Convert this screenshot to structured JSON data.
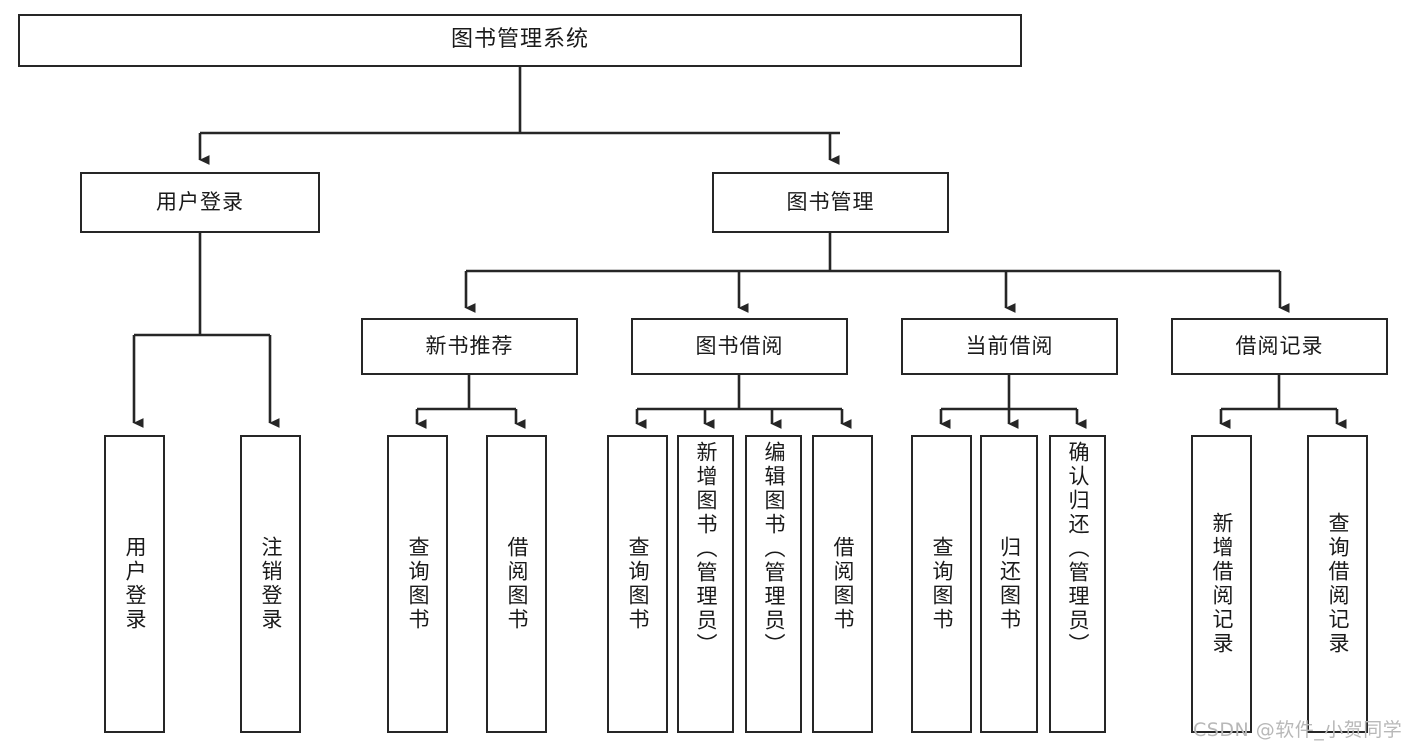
{
  "diagram": {
    "title": "图书管理系统",
    "type": "tree-structure-chart",
    "watermark": "CSDN @软件_小贺同学",
    "colors": {
      "stroke": "#262626",
      "fill": "#ffffff",
      "text": "#1a1a1a",
      "watermark": "#b8b8b8"
    },
    "nodes": {
      "root": {
        "label": "图书管理系统"
      },
      "level2": [
        {
          "id": "user-login",
          "label": "用户登录"
        },
        {
          "id": "book-manage",
          "label": "图书管理"
        }
      ],
      "level3": [
        {
          "id": "new-book-recommend",
          "label": "新书推荐"
        },
        {
          "id": "book-borrow",
          "label": "图书借阅"
        },
        {
          "id": "current-borrow",
          "label": "当前借阅"
        },
        {
          "id": "borrow-record",
          "label": "借阅记录"
        }
      ],
      "leaves": {
        "user-login": [
          {
            "id": "leaf-user-login",
            "label": "用户登录"
          },
          {
            "id": "leaf-logout",
            "label": "注销登录"
          }
        ],
        "new-book-recommend": [
          {
            "id": "leaf-query-book-1",
            "label": "查询图书"
          },
          {
            "id": "leaf-borrow-book-1",
            "label": "借阅图书"
          }
        ],
        "book-borrow": [
          {
            "id": "leaf-query-book-2",
            "label": "查询图书"
          },
          {
            "id": "leaf-add-book-admin",
            "label": "新增图书（管理员）"
          },
          {
            "id": "leaf-edit-book-admin",
            "label": "编辑图书（管理员）"
          },
          {
            "id": "leaf-borrow-book-2",
            "label": "借阅图书"
          }
        ],
        "current-borrow": [
          {
            "id": "leaf-query-book-3",
            "label": "查询图书"
          },
          {
            "id": "leaf-return-book",
            "label": "归还图书"
          },
          {
            "id": "leaf-confirm-return-admin",
            "label": "确认归还（管理员）"
          }
        ],
        "borrow-record": [
          {
            "id": "leaf-add-borrow-record",
            "label": "新增借阅记录"
          },
          {
            "id": "leaf-query-borrow-record",
            "label": "查询借阅记录"
          }
        ]
      }
    }
  }
}
